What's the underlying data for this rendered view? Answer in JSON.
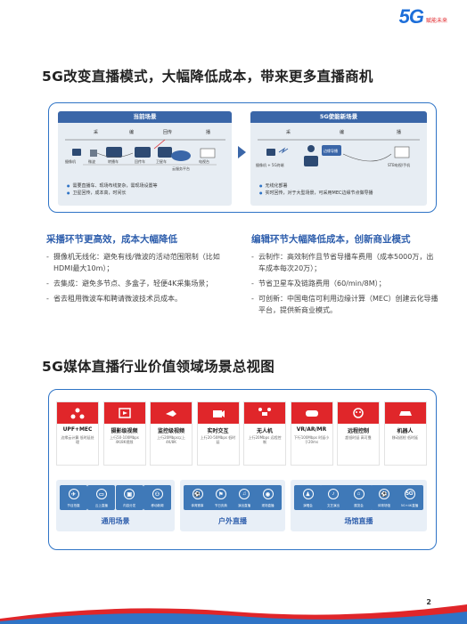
{
  "logo": {
    "mark": "5G",
    "slogan": "赋能未来"
  },
  "section1": {
    "title": "5G改变直播模式，大幅降低成本，带来更多直播商机",
    "before": {
      "title": "当前场景",
      "stages": [
        "采",
        "编",
        "回传",
        "播"
      ],
      "devices": [
        "摄像机",
        "微波",
        "转播车",
        "回传车",
        "卫星车",
        "云服务平台",
        "电视台"
      ],
      "bullets": [
        "需要直播车、现场布线复杂，需现场设置等",
        "卫星回传，成本高，时间长"
      ]
    },
    "after": {
      "title": "5G使能新场景",
      "stages": [
        "采",
        "编",
        "播"
      ],
      "devices": [
        "摄像机 + 5G终端",
        "边缘导播",
        "STB电视/手机"
      ],
      "bullets": [
        "无线化部署",
        "实时回传，对于大型场景，可采用MEC边缘节点做导播"
      ]
    },
    "left": {
      "heading": "采播环节更高效，成本大幅降低",
      "items": [
        "摄像机无线化：避免有线/微波的活动范围限制（比如HDMI最大10m）；",
        "去集成：避免多节点、多盒子，轻便4K采集场景；",
        "省去租用微波车和聘请微波技术员成本。"
      ]
    },
    "right": {
      "heading": "编辑环节大幅降低成本，创新商业模式",
      "items": [
        "云制作：高效制作且节省导播车费用（成本5000万，出车成本每次20万）；",
        "节省卫星车及链路费用（60/min/8M）；",
        "可创新：中国电信可利用边缘计算（MEC）创建云化导播平台，提供新商业模式。"
      ]
    }
  },
  "section2": {
    "title": "5G媒体直播行业价值领域场景总视图",
    "cards": [
      {
        "icon": "network-icon",
        "title": "UPF+MEC",
        "desc": "边缘云计算 低时延处理"
      },
      {
        "icon": "video-icon",
        "title": "摄影级视频",
        "desc": "上行50-100Mbps 4K/8K视频"
      },
      {
        "icon": "drone-camera-icon",
        "title": "监控级视频",
        "desc": "上行20Mbps以上 4K/8K"
      },
      {
        "icon": "camera-icon",
        "title": "实时交互",
        "desc": "上行20-50Mbps 低时延"
      },
      {
        "icon": "drone-icon",
        "title": "无人机",
        "desc": "上行20Mbps 远程控制"
      },
      {
        "icon": "vr-icon",
        "title": "VR/AR/MR",
        "desc": "下行100Mbps 时延小于20ms"
      },
      {
        "icon": "robot-icon",
        "title": "远程控制",
        "desc": "超低时延 高可靠"
      },
      {
        "icon": "car-icon",
        "title": "机器人",
        "desc": "移动巡检 低时延"
      }
    ],
    "groups": [
      {
        "label": "通用场景",
        "tiles": [
          "节目拍摄",
          "云上直播",
          "内容分发",
          "移动新闻"
        ]
      },
      {
        "label": "户外直播",
        "tiles": [
          "体育赛事",
          "节日庆典",
          "演出直播",
          "现场直播"
        ]
      },
      {
        "label": "场馆直播",
        "tiles": [
          "演唱会",
          "文艺演出",
          "展览会",
          "体育场馆",
          "5G+4K直播"
        ]
      }
    ],
    "group_tile_glyphs": [
      [
        "✈",
        "▭",
        "▣",
        "⚇"
      ],
      [
        "⚽",
        "⚑",
        "♫",
        "◉"
      ],
      [
        "♟",
        "♪",
        "⌂",
        "⚽",
        "5G"
      ]
    ]
  },
  "page": {
    "number": "2"
  },
  "colors": {
    "brand_blue": "#2f74c6",
    "brand_red": "#e0262a",
    "tile_blue": "#3f79b8"
  }
}
